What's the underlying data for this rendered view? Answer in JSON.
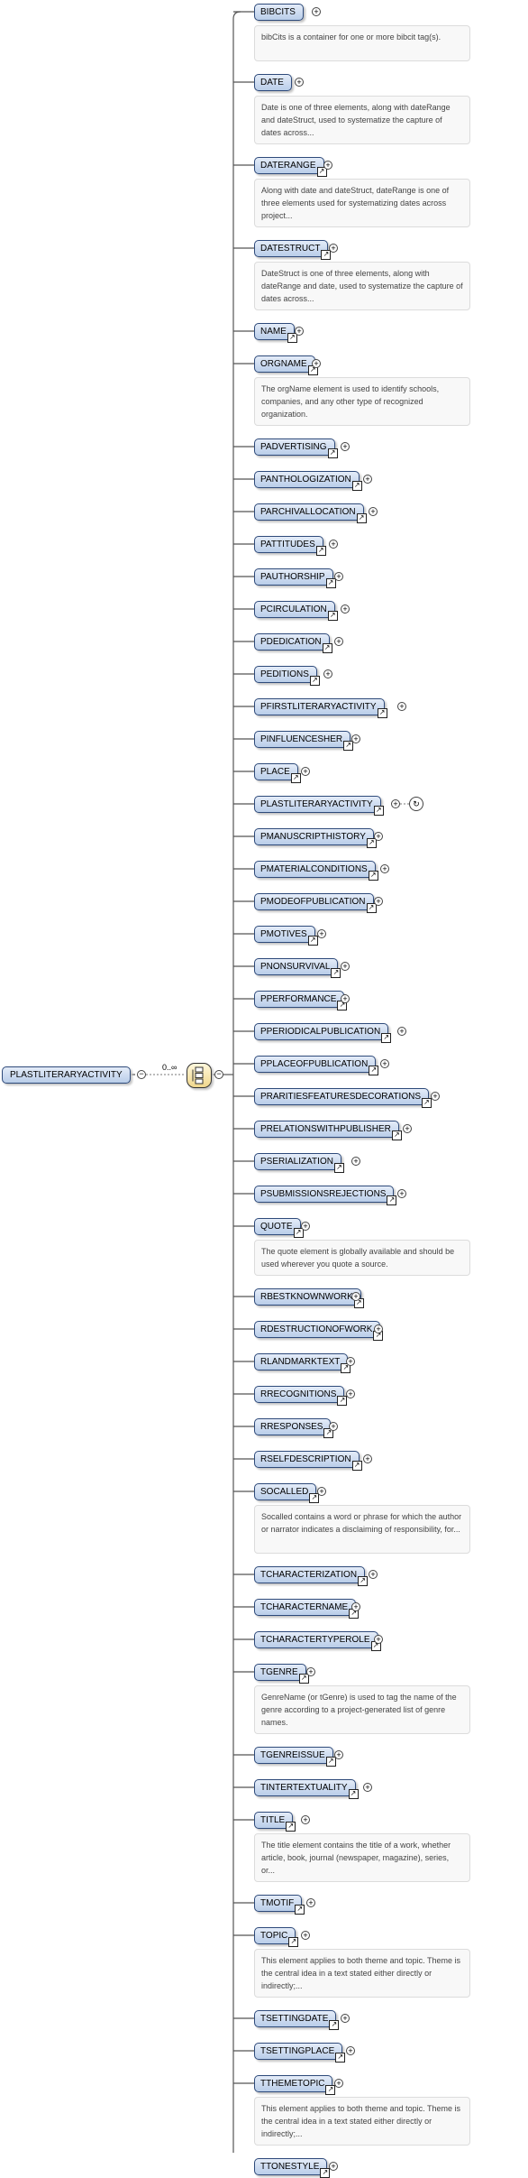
{
  "root": {
    "label": "PLASTLITERARYACTIVITY"
  },
  "cardinality": "0..∞",
  "elements": [
    {
      "name": "BIBCITS",
      "doc": "bibCits is a container for one or more bibcit tag(s).",
      "ref": false,
      "seq": false
    },
    {
      "name": "DATE",
      "doc": "Date is one of three elements, along with dateRange and dateStruct, used to systematize the capture of dates across...",
      "ref": false,
      "seq": false
    },
    {
      "name": "DATERANGE",
      "doc": "Along with date and dateStruct, dateRange is one of three elements used for systematizing dates across project...",
      "ref": true,
      "seq": false
    },
    {
      "name": "DATESTRUCT",
      "doc": "DateStruct is one of three elements, along with dateRange and date, used to systematize the capture of dates across...",
      "ref": true,
      "seq": false
    },
    {
      "name": "NAME",
      "doc": "",
      "ref": true,
      "seq": false
    },
    {
      "name": "ORGNAME",
      "doc": "The orgName element is used to identify schools, companies, and any other type of recognized organization.",
      "ref": true,
      "seq": false
    },
    {
      "name": "PADVERTISING",
      "doc": "",
      "ref": true,
      "seq": false
    },
    {
      "name": "PANTHOLOGIZATION",
      "doc": "",
      "ref": true,
      "seq": false
    },
    {
      "name": "PARCHIVALLOCATION",
      "doc": "",
      "ref": true,
      "seq": false
    },
    {
      "name": "PATTITUDES",
      "doc": "",
      "ref": true,
      "seq": false
    },
    {
      "name": "PAUTHORSHIP",
      "doc": "",
      "ref": true,
      "seq": false
    },
    {
      "name": "PCIRCULATION",
      "doc": "",
      "ref": true,
      "seq": false
    },
    {
      "name": "PDEDICATION",
      "doc": "",
      "ref": true,
      "seq": false
    },
    {
      "name": "PEDITIONS",
      "doc": "",
      "ref": true,
      "seq": false
    },
    {
      "name": "PFIRSTLITERARYACTIVITY",
      "doc": "",
      "ref": true,
      "seq": false
    },
    {
      "name": "PINFLUENCESHER",
      "doc": "",
      "ref": true,
      "seq": false
    },
    {
      "name": "PLACE",
      "doc": "",
      "ref": true,
      "seq": false
    },
    {
      "name": "PLASTLITERARYACTIVITY",
      "doc": "",
      "ref": true,
      "seq": true
    },
    {
      "name": "PMANUSCRIPTHISTORY",
      "doc": "",
      "ref": true,
      "seq": false
    },
    {
      "name": "PMATERIALCONDITIONS",
      "doc": "",
      "ref": true,
      "seq": false
    },
    {
      "name": "PMODEOFPUBLICATION",
      "doc": "",
      "ref": true,
      "seq": false
    },
    {
      "name": "PMOTIVES",
      "doc": "",
      "ref": true,
      "seq": false
    },
    {
      "name": "PNONSURVIVAL",
      "doc": "",
      "ref": true,
      "seq": false
    },
    {
      "name": "PPERFORMANCE",
      "doc": "",
      "ref": true,
      "seq": false
    },
    {
      "name": "PPERIODICALPUBLICATION",
      "doc": "",
      "ref": true,
      "seq": false
    },
    {
      "name": "PPLACEOFPUBLICATION",
      "doc": "",
      "ref": true,
      "seq": false
    },
    {
      "name": "PRARITIESFEATURESDECORATIONS",
      "doc": "",
      "ref": true,
      "seq": false
    },
    {
      "name": "PRELATIONSWITHPUBLISHER",
      "doc": "",
      "ref": true,
      "seq": false
    },
    {
      "name": "PSERIALIZATION",
      "doc": "",
      "ref": true,
      "seq": false
    },
    {
      "name": "PSUBMISSIONSREJECTIONS",
      "doc": "",
      "ref": true,
      "seq": false
    },
    {
      "name": "QUOTE",
      "doc": "The quote element is globally available and should be used wherever you quote a source.",
      "ref": true,
      "seq": false
    },
    {
      "name": "RBESTKNOWNWORK",
      "doc": "",
      "ref": true,
      "seq": false
    },
    {
      "name": "RDESTRUCTIONOFWORK",
      "doc": "",
      "ref": true,
      "seq": false
    },
    {
      "name": "RLANDMARKTEXT",
      "doc": "",
      "ref": true,
      "seq": false
    },
    {
      "name": "RRECOGNITIONS",
      "doc": "",
      "ref": true,
      "seq": false
    },
    {
      "name": "RRESPONSES",
      "doc": "",
      "ref": true,
      "seq": false
    },
    {
      "name": "RSELFDESCRIPTION",
      "doc": "",
      "ref": true,
      "seq": false
    },
    {
      "name": "SOCALLED",
      "doc": "Socalled contains a word or phrase for which the author or narrator indicates a disclaiming of responsibility, for...",
      "ref": true,
      "seq": false
    },
    {
      "name": "TCHARACTERIZATION",
      "doc": "",
      "ref": true,
      "seq": false
    },
    {
      "name": "TCHARACTERNAME",
      "doc": "",
      "ref": true,
      "seq": false
    },
    {
      "name": "TCHARACTERTYPEROLE",
      "doc": "",
      "ref": true,
      "seq": false
    },
    {
      "name": "TGENRE",
      "doc": "GenreName (or tGenre) is used to tag the name of the genre according to a project-generated list of genre names.",
      "ref": true,
      "seq": false
    },
    {
      "name": "TGENREISSUE",
      "doc": "",
      "ref": true,
      "seq": false
    },
    {
      "name": "TINTERTEXTUALITY",
      "doc": "",
      "ref": true,
      "seq": false
    },
    {
      "name": "TITLE",
      "doc": "The title element contains the title of a work, whether article, book, journal (newspaper, magazine), series, or...",
      "ref": true,
      "seq": false
    },
    {
      "name": "TMOTIF",
      "doc": "",
      "ref": true,
      "seq": false
    },
    {
      "name": "TOPIC",
      "doc": "This element applies to both theme and topic. Theme is the central idea in a text stated either directly or indirectly;...",
      "ref": true,
      "seq": false
    },
    {
      "name": "TSETTINGDATE",
      "doc": "",
      "ref": true,
      "seq": false
    },
    {
      "name": "TSETTINGPLACE",
      "doc": "",
      "ref": true,
      "seq": false
    },
    {
      "name": "TTHEMETOPIC",
      "doc": "This element applies to both theme and topic. Theme is the central idea in a text stated either directly or indirectly;...",
      "ref": true,
      "seq": false
    },
    {
      "name": "TTONESTYLE",
      "doc": "",
      "ref": true,
      "seq": false
    }
  ]
}
